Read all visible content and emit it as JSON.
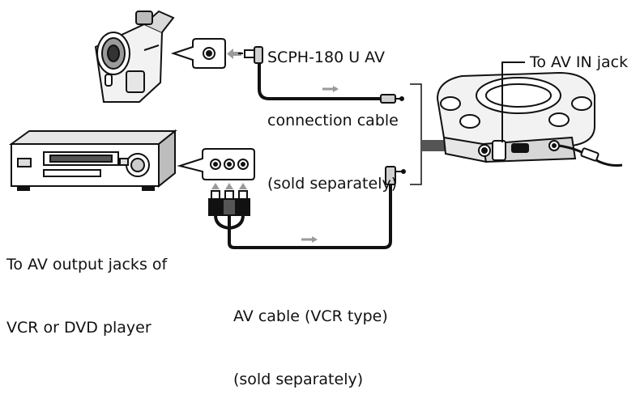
{
  "labels": {
    "cable1": {
      "line1": "SCPH-180 U AV",
      "line2": "connection cable",
      "line3": "(sold separately)"
    },
    "av_in": "To AV IN jack",
    "output": {
      "line1": "To AV output jacks of",
      "line2": "VCR or DVD player"
    },
    "cable2": {
      "line1": "AV cable (VCR type)",
      "line2": "(sold separately)"
    }
  },
  "colors": {
    "ink": "#111111",
    "arrow": "#9a9a9a",
    "arrow_dark": "#555555",
    "fill_light": "#e6e6e6",
    "fill_mid": "#bdbdbd"
  }
}
